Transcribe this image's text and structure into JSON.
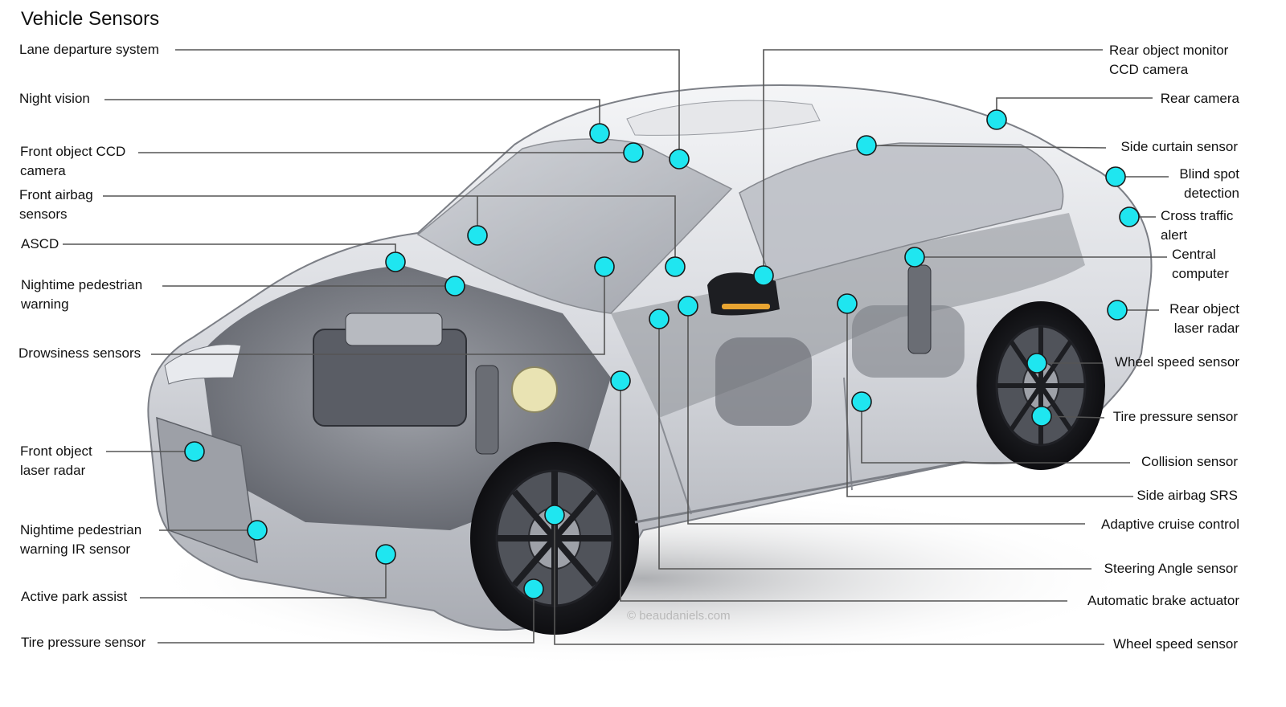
{
  "title": "Vehicle Sensors",
  "credit": "© beaudaniels.com",
  "colors": {
    "marker": "#1fe6f0",
    "marker_stroke": "#1a1a1a",
    "leader": "#555555"
  },
  "labels_left": [
    {
      "id": "lane-departure-system",
      "lines": [
        "Lane departure system"
      ]
    },
    {
      "id": "night-vision",
      "lines": [
        "Night vision"
      ]
    },
    {
      "id": "front-object-ccd-camera",
      "lines": [
        "Front object CCD",
        "camera"
      ]
    },
    {
      "id": "front-airbag-sensors",
      "lines": [
        "Front airbag",
        "sensors"
      ]
    },
    {
      "id": "ascd",
      "lines": [
        "ASCD"
      ]
    },
    {
      "id": "nighttime-pedestrian-warning",
      "lines": [
        "Nightime pedestrian",
        "warning"
      ]
    },
    {
      "id": "drowsiness-sensors",
      "lines": [
        "Drowsiness sensors"
      ]
    },
    {
      "id": "front-object-laser-radar",
      "lines": [
        "Front object",
        "laser radar"
      ]
    },
    {
      "id": "nighttime-pedestrian-warning-ir-sensor",
      "lines": [
        "Nightime pedestrian",
        "warning IR sensor"
      ]
    },
    {
      "id": "active-park-assist",
      "lines": [
        "Active park assist"
      ]
    },
    {
      "id": "tire-pressure-sensor-left",
      "lines": [
        "Tire pressure sensor"
      ]
    }
  ],
  "labels_right": [
    {
      "id": "rear-object-monitor-ccd-camera",
      "lines": [
        "Rear object monitor",
        "CCD camera"
      ]
    },
    {
      "id": "rear-camera",
      "lines": [
        "Rear camera"
      ]
    },
    {
      "id": "side-curtain-sensor",
      "lines": [
        "Side curtain sensor"
      ]
    },
    {
      "id": "blind-spot-detection",
      "lines": [
        "Blind spot",
        "detection"
      ]
    },
    {
      "id": "cross-traffic-alert",
      "lines": [
        "Cross traffic",
        "alert"
      ]
    },
    {
      "id": "central-computer",
      "lines": [
        "Central",
        "computer"
      ]
    },
    {
      "id": "rear-object-laser-radar",
      "lines": [
        "Rear object",
        "laser radar"
      ]
    },
    {
      "id": "wheel-speed-sensor-rear",
      "lines": [
        "Wheel speed sensor"
      ]
    },
    {
      "id": "tire-pressure-sensor-right",
      "lines": [
        "Tire pressure sensor"
      ]
    },
    {
      "id": "collision-sensor",
      "lines": [
        "Collision sensor"
      ]
    },
    {
      "id": "side-airbag-srs",
      "lines": [
        "Side airbag SRS"
      ]
    },
    {
      "id": "adaptive-cruise-control",
      "lines": [
        "Adaptive cruise control"
      ]
    },
    {
      "id": "steering-angle-sensor",
      "lines": [
        "Steering Angle sensor"
      ]
    },
    {
      "id": "automatic-brake-actuator",
      "lines": [
        "Automatic brake actuator"
      ]
    },
    {
      "id": "wheel-speed-sensor-front",
      "lines": [
        "Wheel speed sensor"
      ]
    }
  ]
}
